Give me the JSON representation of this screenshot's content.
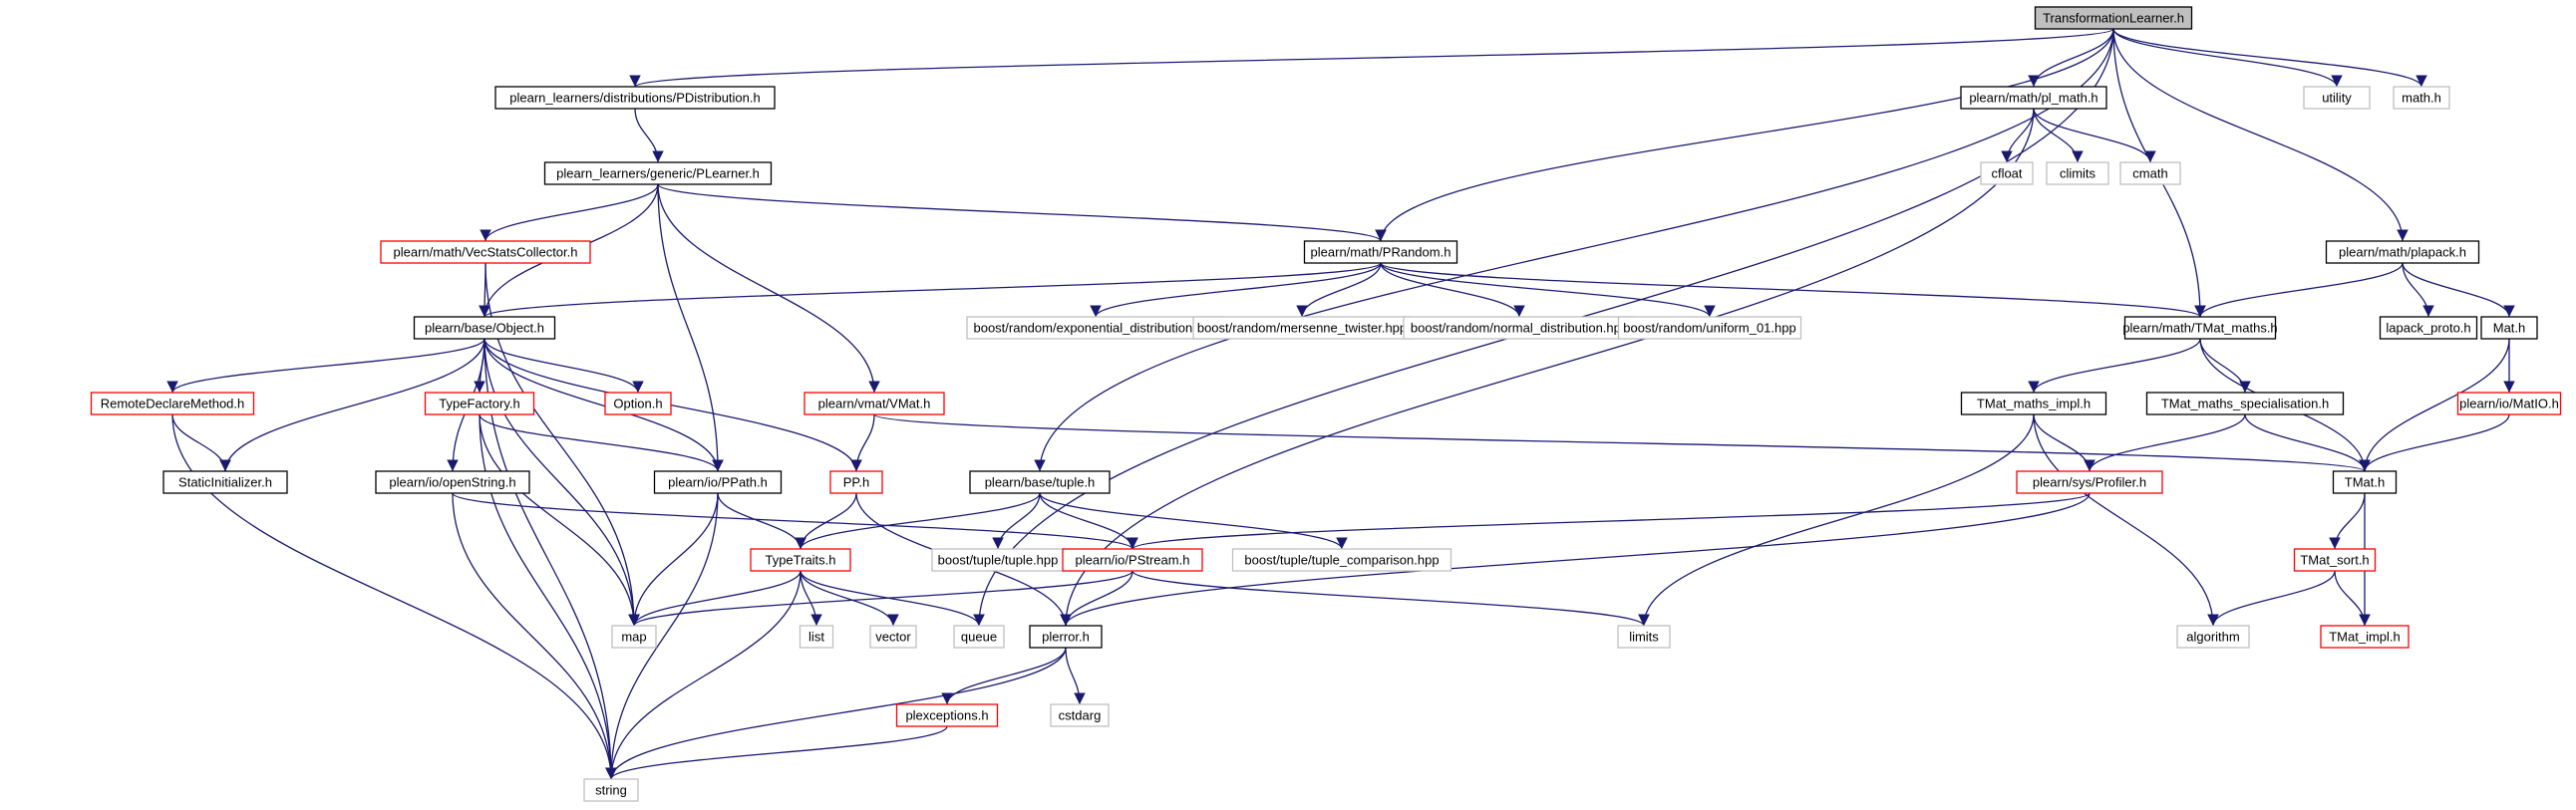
{
  "colors": {
    "edge": "#191970",
    "root_fill": "#bfbfbf",
    "border_black": "#000000",
    "border_red": "#ff0000",
    "border_gray": "#bfbfbf",
    "label": "#000000"
  },
  "nodes": [
    {
      "id": "root",
      "label": "TransformationLearner.h",
      "kind": "root"
    },
    {
      "id": "pdist",
      "label": "plearn_learners/distributions/PDistribution.h",
      "kind": "black"
    },
    {
      "id": "pllearner",
      "label": "plearn_learners/generic/PLearner.h",
      "kind": "black"
    },
    {
      "id": "vecstats",
      "label": "plearn/math/VecStatsCollector.h",
      "kind": "red"
    },
    {
      "id": "prandom",
      "label": "plearn/math/PRandom.h",
      "kind": "black"
    },
    {
      "id": "plmath",
      "label": "plearn/math/pl_math.h",
      "kind": "black"
    },
    {
      "id": "plapack",
      "label": "plearn/math/plapack.h",
      "kind": "black"
    },
    {
      "id": "utility",
      "label": "utility",
      "kind": "gray"
    },
    {
      "id": "mathh",
      "label": "math.h",
      "kind": "gray"
    },
    {
      "id": "cfloat",
      "label": "cfloat",
      "kind": "gray"
    },
    {
      "id": "climits",
      "label": "climits",
      "kind": "gray"
    },
    {
      "id": "cmath",
      "label": "cmath",
      "kind": "gray"
    },
    {
      "id": "object",
      "label": "plearn/base/Object.h",
      "kind": "black"
    },
    {
      "id": "expdist",
      "label": "boost/random/exponential_distribution.hpp",
      "kind": "gray"
    },
    {
      "id": "mersenne",
      "label": "boost/random/mersenne_twister.hpp",
      "kind": "gray"
    },
    {
      "id": "normdist",
      "label": "boost/random/normal_distribution.hpp",
      "kind": "gray"
    },
    {
      "id": "uniform01",
      "label": "boost/random/uniform_01.hpp",
      "kind": "gray"
    },
    {
      "id": "tmatmaths",
      "label": "plearn/math/TMat_maths.h",
      "kind": "black"
    },
    {
      "id": "lapackproto",
      "label": "lapack_proto.h",
      "kind": "black"
    },
    {
      "id": "math",
      "label": "Mat.h",
      "kind": "black"
    },
    {
      "id": "remotedecl",
      "label": "RemoteDeclareMethod.h",
      "kind": "red"
    },
    {
      "id": "typefactory",
      "label": "TypeFactory.h",
      "kind": "red"
    },
    {
      "id": "option",
      "label": "Option.h",
      "kind": "red"
    },
    {
      "id": "vmat",
      "label": "plearn/vmat/VMat.h",
      "kind": "red"
    },
    {
      "id": "tmatmathsimpl",
      "label": "TMat_maths_impl.h",
      "kind": "black"
    },
    {
      "id": "tmatmathsspec",
      "label": "TMat_maths_specialisation.h",
      "kind": "black"
    },
    {
      "id": "matio",
      "label": "plearn/io/MatIO.h",
      "kind": "red"
    },
    {
      "id": "staticinit",
      "label": "StaticInitializer.h",
      "kind": "black"
    },
    {
      "id": "openstring",
      "label": "plearn/io/openString.h",
      "kind": "black"
    },
    {
      "id": "ppath",
      "label": "plearn/io/PPath.h",
      "kind": "black"
    },
    {
      "id": "pp",
      "label": "PP.h",
      "kind": "red"
    },
    {
      "id": "tuple",
      "label": "plearn/base/tuple.h",
      "kind": "black"
    },
    {
      "id": "profiler",
      "label": "plearn/sys/Profiler.h",
      "kind": "red"
    },
    {
      "id": "tmat",
      "label": "TMat.h",
      "kind": "black"
    },
    {
      "id": "typetraits",
      "label": "TypeTraits.h",
      "kind": "red"
    },
    {
      "id": "boosttuple",
      "label": "boost/tuple/tuple.hpp",
      "kind": "gray"
    },
    {
      "id": "pstream",
      "label": "plearn/io/PStream.h",
      "kind": "red"
    },
    {
      "id": "tuplecomp",
      "label": "boost/tuple/tuple_comparison.hpp",
      "kind": "gray"
    },
    {
      "id": "tmatsort",
      "label": "TMat_sort.h",
      "kind": "red"
    },
    {
      "id": "map",
      "label": "map",
      "kind": "gray"
    },
    {
      "id": "list",
      "label": "list",
      "kind": "gray"
    },
    {
      "id": "vector",
      "label": "vector",
      "kind": "gray"
    },
    {
      "id": "queue",
      "label": "queue",
      "kind": "gray"
    },
    {
      "id": "plerror",
      "label": "plerror.h",
      "kind": "black"
    },
    {
      "id": "limits",
      "label": "limits",
      "kind": "gray"
    },
    {
      "id": "algorithm",
      "label": "algorithm",
      "kind": "gray"
    },
    {
      "id": "tmatimpl",
      "label": "TMat_impl.h",
      "kind": "red"
    },
    {
      "id": "plexceptions",
      "label": "plexceptions.h",
      "kind": "red"
    },
    {
      "id": "cstdarg",
      "label": "cstdarg",
      "kind": "gray"
    },
    {
      "id": "string",
      "label": "string",
      "kind": "gray"
    }
  ],
  "edges": [
    [
      "root",
      "pdist"
    ],
    [
      "root",
      "prandom"
    ],
    [
      "root",
      "plmath"
    ],
    [
      "root",
      "plapack"
    ],
    [
      "root",
      "utility"
    ],
    [
      "root",
      "mathh"
    ],
    [
      "root",
      "tmatmaths"
    ],
    [
      "root",
      "tuple"
    ],
    [
      "root",
      "queue"
    ],
    [
      "pdist",
      "pllearner"
    ],
    [
      "pllearner",
      "vecstats"
    ],
    [
      "pllearner",
      "object"
    ],
    [
      "pllearner",
      "ppath"
    ],
    [
      "pllearner",
      "vmat"
    ],
    [
      "pllearner",
      "prandom"
    ],
    [
      "vecstats",
      "object"
    ],
    [
      "vecstats",
      "map"
    ],
    [
      "prandom",
      "object"
    ],
    [
      "prandom",
      "expdist"
    ],
    [
      "prandom",
      "mersenne"
    ],
    [
      "prandom",
      "normdist"
    ],
    [
      "prandom",
      "uniform01"
    ],
    [
      "prandom",
      "tmatmaths"
    ],
    [
      "plmath",
      "cfloat"
    ],
    [
      "plmath",
      "climits"
    ],
    [
      "plmath",
      "cmath"
    ],
    [
      "plmath",
      "plerror"
    ],
    [
      "plapack",
      "tmatmaths"
    ],
    [
      "plapack",
      "lapackproto"
    ],
    [
      "plapack",
      "math"
    ],
    [
      "object",
      "remotedecl"
    ],
    [
      "object",
      "staticinit"
    ],
    [
      "object",
      "typefactory"
    ],
    [
      "object",
      "option"
    ],
    [
      "object",
      "openstring"
    ],
    [
      "object",
      "ppath"
    ],
    [
      "object",
      "pp"
    ],
    [
      "object",
      "map"
    ],
    [
      "object",
      "string"
    ],
    [
      "remotedecl",
      "staticinit"
    ],
    [
      "remotedecl",
      "string"
    ],
    [
      "typefactory",
      "ppath"
    ],
    [
      "typefactory",
      "map"
    ],
    [
      "typefactory",
      "string"
    ],
    [
      "vmat",
      "pp"
    ],
    [
      "vmat",
      "tmat"
    ],
    [
      "tmatmaths",
      "tmatmathsimpl"
    ],
    [
      "tmatmaths",
      "tmatmathsspec"
    ],
    [
      "tmatmaths",
      "tmat"
    ],
    [
      "math",
      "matio"
    ],
    [
      "math",
      "tmat"
    ],
    [
      "matio",
      "tmat"
    ],
    [
      "tmatmathsimpl",
      "profiler"
    ],
    [
      "tmatmathsimpl",
      "algorithm"
    ],
    [
      "tmatmathsimpl",
      "limits"
    ],
    [
      "tmatmathsspec",
      "profiler"
    ],
    [
      "tmatmathsspec",
      "tmat"
    ],
    [
      "openstring",
      "pstream"
    ],
    [
      "openstring",
      "string"
    ],
    [
      "ppath",
      "typetraits"
    ],
    [
      "ppath",
      "map"
    ],
    [
      "ppath",
      "string"
    ],
    [
      "pp",
      "typetraits"
    ],
    [
      "pp",
      "plerror"
    ],
    [
      "tuple",
      "typetraits"
    ],
    [
      "tuple",
      "boosttuple"
    ],
    [
      "tuple",
      "pstream"
    ],
    [
      "tuple",
      "tuplecomp"
    ],
    [
      "profiler",
      "pstream"
    ],
    [
      "profiler",
      "plerror"
    ],
    [
      "tmat",
      "tmatsort"
    ],
    [
      "tmat",
      "tmatimpl"
    ],
    [
      "typetraits",
      "map"
    ],
    [
      "typetraits",
      "list"
    ],
    [
      "typetraits",
      "vector"
    ],
    [
      "typetraits",
      "queue"
    ],
    [
      "typetraits",
      "string"
    ],
    [
      "pstream",
      "map"
    ],
    [
      "pstream",
      "plerror"
    ],
    [
      "pstream",
      "limits"
    ],
    [
      "tmatsort",
      "algorithm"
    ],
    [
      "tmatsort",
      "tmatimpl"
    ],
    [
      "plerror",
      "plexceptions"
    ],
    [
      "plerror",
      "cstdarg"
    ],
    [
      "plerror",
      "string"
    ],
    [
      "plexceptions",
      "string"
    ]
  ]
}
